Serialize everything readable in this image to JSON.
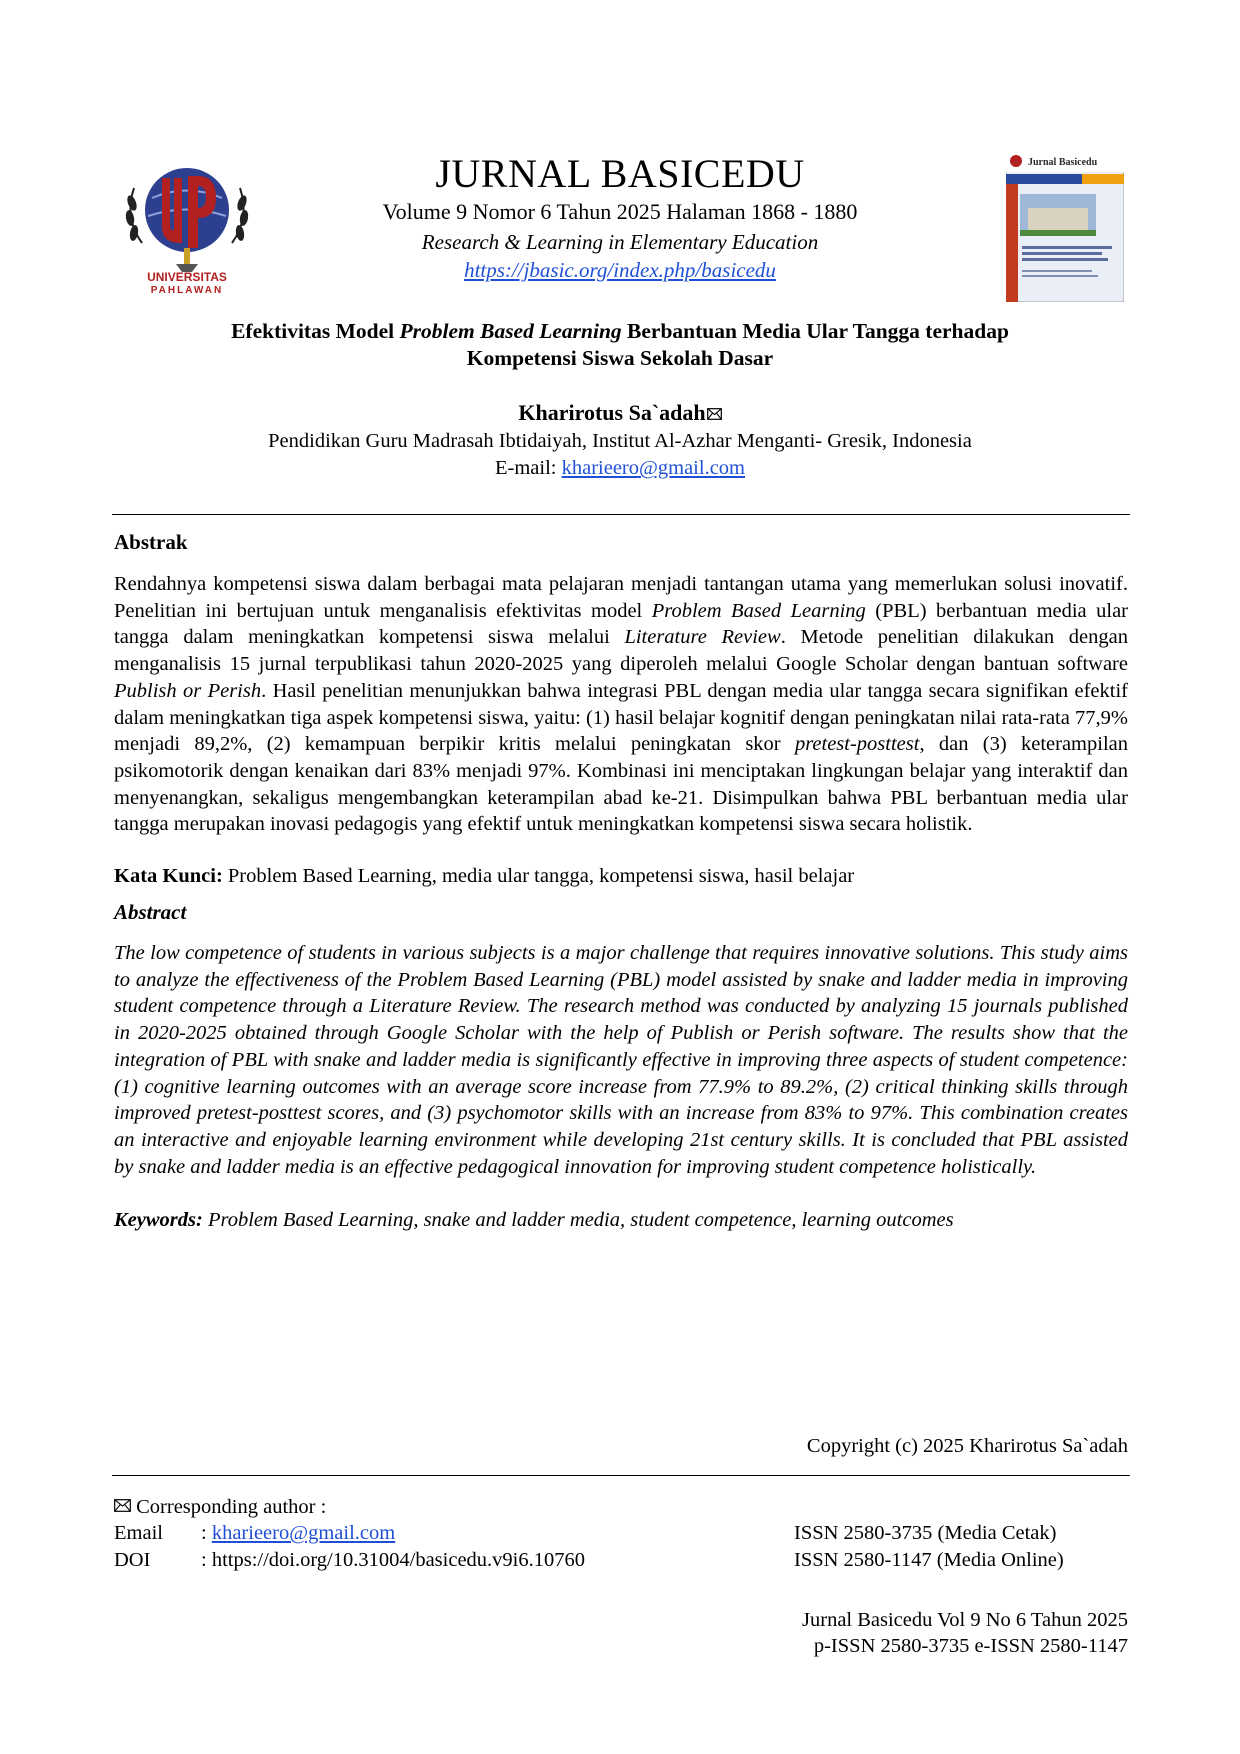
{
  "header": {
    "journal_title": "JURNAL BASICEDU",
    "volume_line": "Volume 9 Nomor 6 Tahun 2025 Halaman 1868 - 1880",
    "tagline": "Research & Learning in Elementary Education",
    "url": "https://jbasic.org/index.php/basicedu",
    "left_logo": {
      "icon": "university-logo-icon",
      "line1": "UNIVERSITAS",
      "line2": "PAHLAWAN"
    },
    "right_logo": {
      "icon": "journal-cover-icon",
      "cover_title": "Jurnal Basicedu"
    }
  },
  "paper": {
    "title_part1": "Efektivitas Model ",
    "title_italic": "Problem Based Learning",
    "title_part2": " Berbantuan Media Ular Tangga terhadap",
    "title_line2": "Kompetensi Siswa Sekolah Dasar",
    "author": "Kharirotus Sa`adah",
    "author_mark_icon": "envelope-icon",
    "affiliation": "Pendidikan Guru Madrasah Ibtidaiyah, Institut Al-Azhar Menganti- Gresik, Indonesia",
    "email_label": "E-mail: ",
    "email": "kharieero@gmail.com"
  },
  "abstrak": {
    "heading": "Abstrak",
    "t1": "Rendahnya kompetensi siswa dalam berbagai mata pelajaran menjadi tantangan utama yang memerlukan solusi inovatif. Penelitian ini bertujuan untuk menganalisis efektivitas model ",
    "i1": "Problem Based Learning",
    "t2": " (PBL) berbantuan media ular tangga dalam meningkatkan kompetensi siswa melalui ",
    "i2": "Literature Review",
    "t3": ". Metode penelitian dilakukan dengan menganalisis 15 jurnal terpublikasi tahun 2020-2025 yang diperoleh melalui Google Scholar dengan bantuan software ",
    "i3": "Publish or Perish",
    "t4": ". Hasil penelitian menunjukkan bahwa integrasi PBL dengan media ular tangga secara signifikan efektif dalam meningkatkan tiga aspek kompetensi siswa, yaitu: (1) hasil belajar kognitif dengan peningkatan nilai rata-rata 77,9% menjadi 89,2%, (2) kemampuan berpikir kritis melalui peningkatan skor ",
    "i4": "pretest-posttest",
    "t5": ", dan (3) keterampilan psikomotorik dengan kenaikan dari 83% menjadi 97%. Kombinasi ini menciptakan lingkungan belajar yang interaktif dan menyenangkan, sekaligus mengembangkan keterampilan abad ke-21. Disimpulkan bahwa PBL berbantuan media ular tangga merupakan inovasi pedagogis yang efektif untuk meningkatkan kompetensi siswa secara holistik.",
    "keywords_label": "Kata Kunci:",
    "keywords": " Problem Based Learning, media ular tangga, kompetensi siswa, hasil belajar"
  },
  "abstract": {
    "heading": "Abstract",
    "text": "The low competence of students in various subjects is a major challenge that requires innovative solutions. This study aims to analyze the effectiveness of the Problem Based Learning (PBL) model assisted by snake and ladder media in improving student competence through a Literature Review. The research method was conducted by analyzing 15 journals published in 2020-2025 obtained through Google Scholar with the help of Publish or Perish software. The results show that the integration of PBL with snake and ladder media is significantly effective in improving three aspects of student competence: (1) cognitive learning outcomes with an average score increase from 77.9% to 89.2%, (2) critical thinking skills through improved pretest-posttest scores, and (3) psychomotor skills with an increase from 83% to 97%. This combination creates an interactive and enjoyable learning environment while developing 21st century skills. It is concluded that PBL assisted by snake and ladder media is an effective pedagogical innovation for improving student competence holistically.",
    "keywords_label": "Keywords:",
    "keywords": " Problem Based Learning, snake and ladder media, student competence, learning outcomes"
  },
  "footer": {
    "copyright": "Copyright (c) 2025 Kharirotus Sa`adah",
    "corresponding": " Corresponding author :",
    "email_label": "Email",
    "email_sep": ": ",
    "email": "kharieero@gmail.com",
    "doi_label": "DOI",
    "doi": ": https://doi.org/10.31004/basicedu.v9i6.10760",
    "issn_print": "ISSN 2580-3735 (Media Cetak)",
    "issn_online": "ISSN 2580-1147 (Media Online)",
    "journal_line1": "Jurnal Basicedu Vol 9 No 6 Tahun 2025",
    "journal_line2": "p-ISSN 2580-3735 e-ISSN 2580-1147"
  },
  "colors": {
    "link": "#1f4fd6",
    "logo_red": "#b22020",
    "logo_blue": "#2d3f8f",
    "cover_blue": "#2a4b9b"
  }
}
